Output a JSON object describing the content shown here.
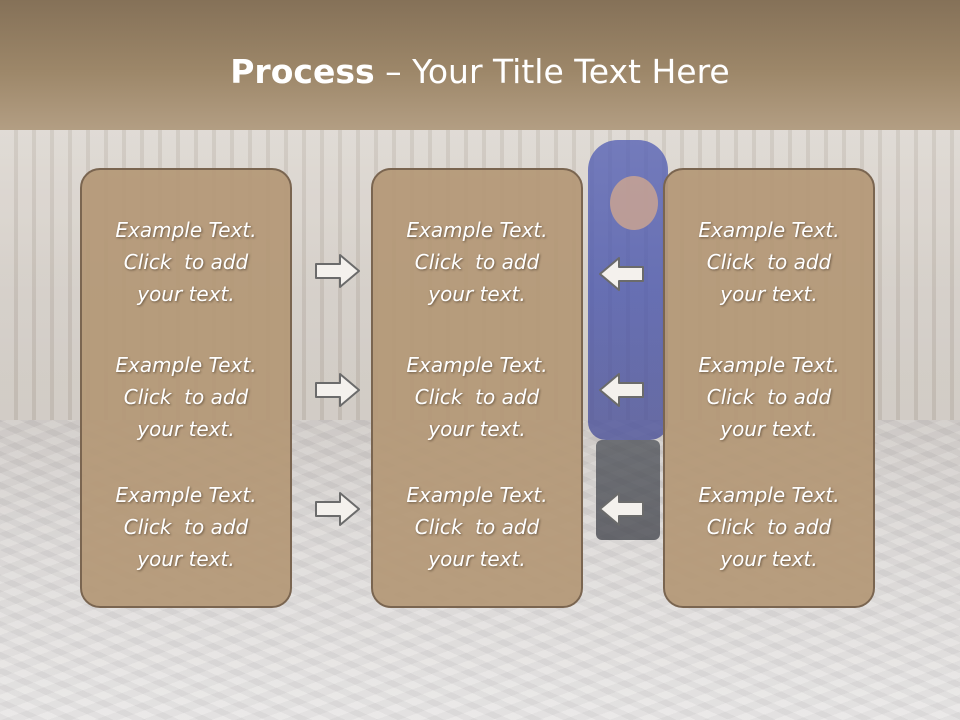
{
  "title": {
    "bold": "Process",
    "rest": " – Your Title Text Here"
  },
  "columns": [
    {
      "cells": [
        [
          "Example Text.",
          "Click  to add",
          "your text."
        ],
        [
          "Example Text.",
          "Click  to add",
          "your text."
        ],
        [
          "Example Text.",
          "Click  to add",
          "your text."
        ]
      ]
    },
    {
      "cells": [
        [
          "Example Text.",
          "Click  to add",
          "your text."
        ],
        [
          "Example Text.",
          "Click  to add",
          "your text."
        ],
        [
          "Example Text.",
          "Click  to add",
          "your text."
        ]
      ]
    },
    {
      "cells": [
        [
          "Example Text.",
          "Click  to add",
          "your text."
        ],
        [
          "Example Text.",
          "Click  to add",
          "your text."
        ],
        [
          "Example Text.",
          "Click  to add",
          "your text."
        ]
      ]
    }
  ],
  "arrows": {
    "left_group": "arrow-right-icon",
    "right_group": "arrow-left-icon"
  },
  "colors": {
    "title_band": "#9d8769",
    "box_fill": "#b49876",
    "box_border": "#7a6550"
  }
}
